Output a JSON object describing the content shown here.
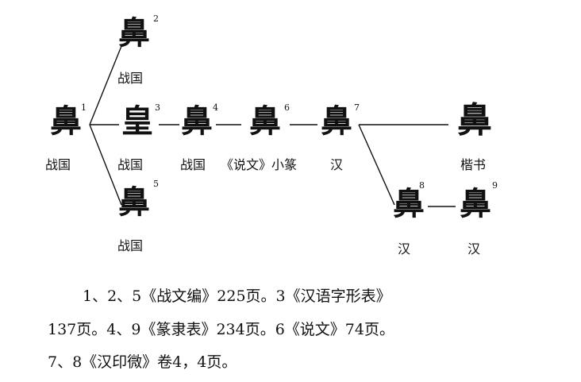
{
  "nodes": [
    {
      "id": "1",
      "glyph": "鼻",
      "label": "战国"
    },
    {
      "id": "2",
      "glyph": "鼻",
      "label": "战国"
    },
    {
      "id": "3",
      "glyph": "皇",
      "label": "战国"
    },
    {
      "id": "4",
      "glyph": "鼻",
      "label": "战国"
    },
    {
      "id": "5",
      "glyph": "鼻",
      "label": "战国"
    },
    {
      "id": "6",
      "glyph": "鼻",
      "label": "《说文》小篆"
    },
    {
      "id": "7",
      "glyph": "鼻",
      "label": "汉"
    },
    {
      "id": "8",
      "glyph": "鼻",
      "label": "汉"
    },
    {
      "id": "9",
      "glyph": "鼻",
      "label": "汉"
    },
    {
      "id": "",
      "glyph": "鼻",
      "label": "楷书"
    }
  ],
  "caption": [
    "1、2、5《战文编》225页。3《汉语字形表》",
    "137页。4、9《篆隶表》234页。6《说文》74页。",
    "7、8《汉印微》卷4，4页。"
  ]
}
